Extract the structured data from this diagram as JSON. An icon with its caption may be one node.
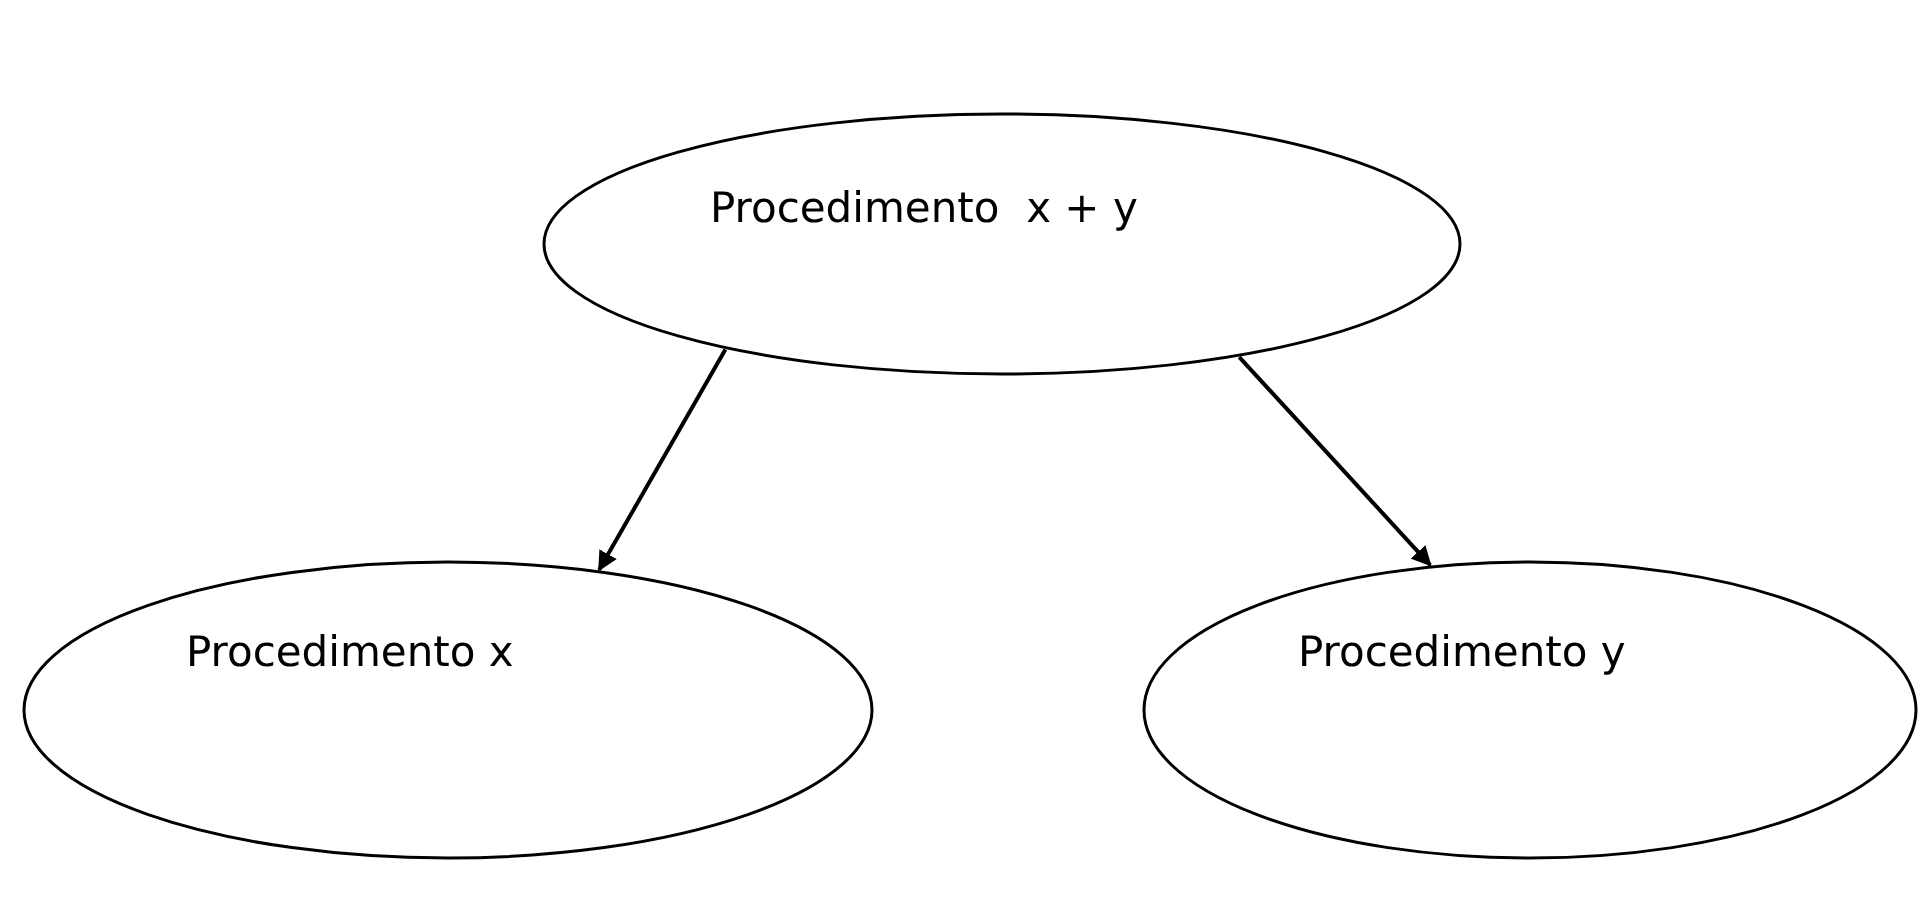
{
  "diagram": {
    "nodes": [
      {
        "text": [
          "Procedimento  x + y"
        ]
      },
      {
        "text": [
          "Procedimento x"
        ]
      },
      {
        "text": [
          "Procedimento y"
        ]
      }
    ],
    "edges": [
      {
        "from": 0,
        "to": 1,
        "arrow": "to"
      },
      {
        "from": 0,
        "to": 2,
        "arrow": "to"
      }
    ]
  }
}
